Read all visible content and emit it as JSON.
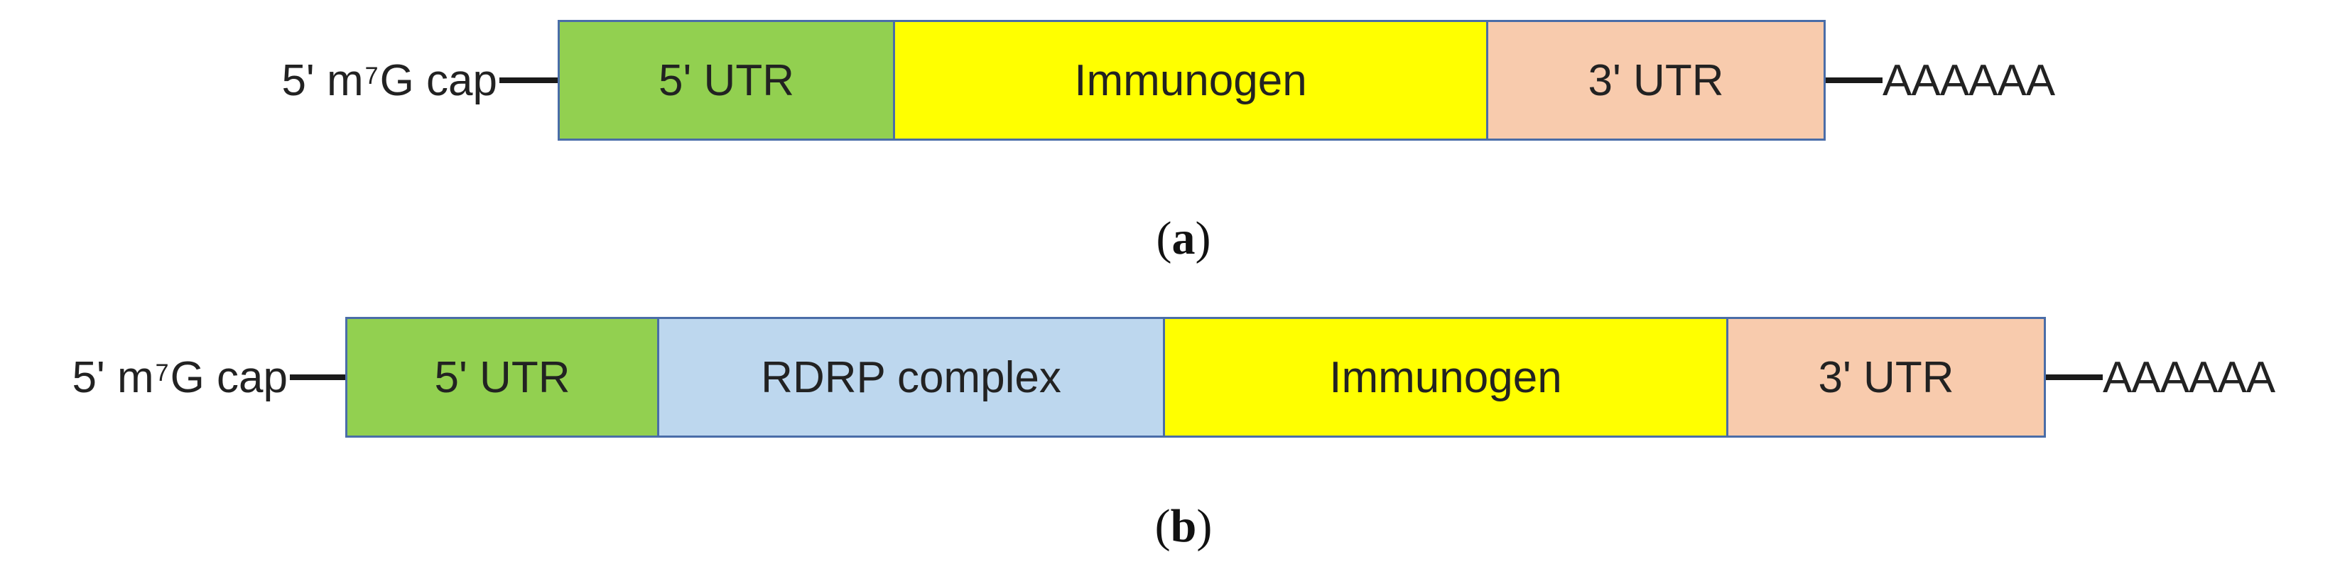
{
  "construct_a": {
    "cap_prefix": "5' m",
    "cap_superscript": "7",
    "cap_suffix": "G cap",
    "segments": [
      "5' UTR",
      "Immunogen",
      "3' UTR"
    ],
    "poly_a": "AAAAAA",
    "label_letter": "a"
  },
  "construct_b": {
    "cap_prefix": "5' m",
    "cap_superscript": "7",
    "cap_suffix": " G cap",
    "segments": [
      "5' UTR",
      "RDRP complex",
      "Immunogen",
      "3' UTR"
    ],
    "poly_a": "AAAAAA",
    "label_letter": "b"
  },
  "colors": {
    "utr5": "#92d050",
    "immunogen": "#ffff00",
    "utr3": "#f8cbad",
    "rdrp": "#bdd7ee",
    "border": "#4a6da8"
  }
}
